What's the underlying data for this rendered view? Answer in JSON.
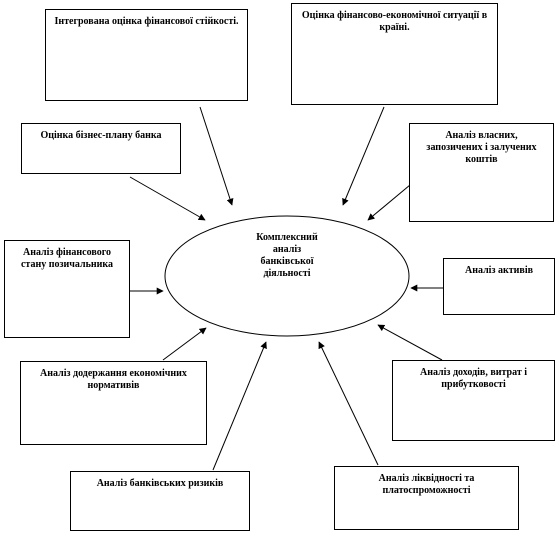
{
  "center": {
    "lines": [
      "Комплексний",
      "аналіз",
      "банківської",
      "діяльності"
    ]
  },
  "boxes": [
    {
      "id": "integrated",
      "text": "Інтегрована оцінка фінансової стійкості."
    },
    {
      "id": "economic-situation",
      "text": "Оцінка фінансово-економічної ситуації в країні."
    },
    {
      "id": "business-plan",
      "text": "Оцінка бізнес-плану банка"
    },
    {
      "id": "own-capital",
      "text": "Аналіз власних, запозичених і залучених коштів"
    },
    {
      "id": "borrower",
      "text": "Аналіз фінансового стану позичальника"
    },
    {
      "id": "assets",
      "text": "Аналіз активів"
    },
    {
      "id": "norms",
      "text": "Аналіз додержання економічних нормативів"
    },
    {
      "id": "income",
      "text": "Аналіз доходів, витрат і прибутковості"
    },
    {
      "id": "risks",
      "text": "Аналіз банківських ризиків"
    },
    {
      "id": "liquidity",
      "text": "Аналіз ліквідності та платоспроможності"
    }
  ]
}
